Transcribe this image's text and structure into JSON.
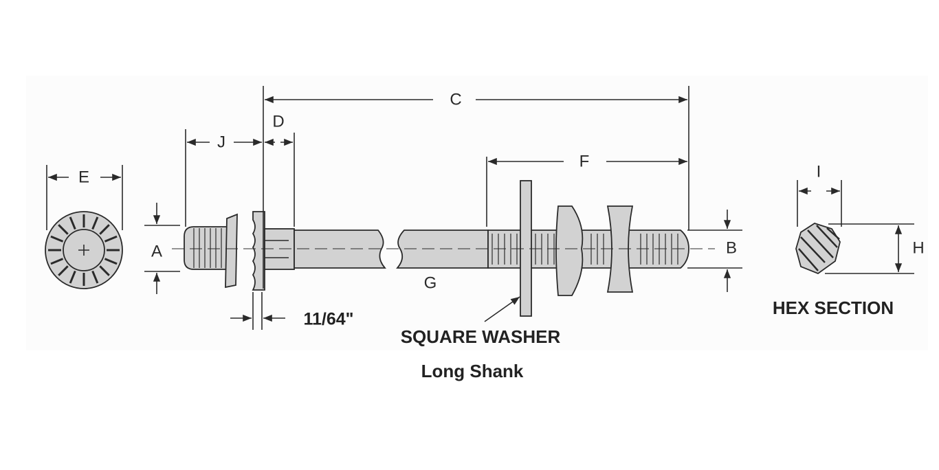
{
  "diagram": {
    "title": "Long Shank",
    "dimensions": {
      "a": "A",
      "b": "B",
      "c": "C",
      "d": "D",
      "e": "E",
      "f": "F",
      "g": "G",
      "h": "H",
      "i": "I",
      "j": "J",
      "washer_thickness": "11/64\""
    },
    "callouts": {
      "square_washer": "SQUARE WASHER",
      "hex_section": "HEX SECTION"
    }
  }
}
